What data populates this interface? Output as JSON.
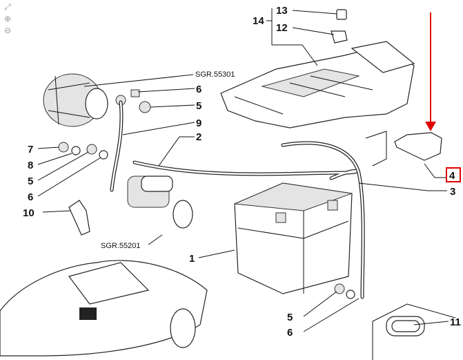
{
  "viewer_tools": [
    {
      "name": "fit-icon",
      "glyph": "⤢"
    },
    {
      "name": "zoom-in-icon",
      "glyph": "⊕"
    },
    {
      "name": "zoom-out-icon",
      "glyph": "⊖"
    }
  ],
  "callouts": {
    "c13": "13",
    "c12": "12",
    "c14": "14",
    "sgr55301": "SGR.55301",
    "c6a": "6",
    "c5a": "5",
    "c9": "9",
    "c2": "2",
    "c7": "7",
    "c8": "8",
    "c5b": "5",
    "c6b": "6",
    "c10": "10",
    "sgr55201": "SGR.55201",
    "c1": "1",
    "c3": "3",
    "c4": "4",
    "c5c": "5",
    "c6c": "6",
    "c11": "11"
  },
  "highlight": {
    "callout": "4",
    "color": "#e00000"
  }
}
